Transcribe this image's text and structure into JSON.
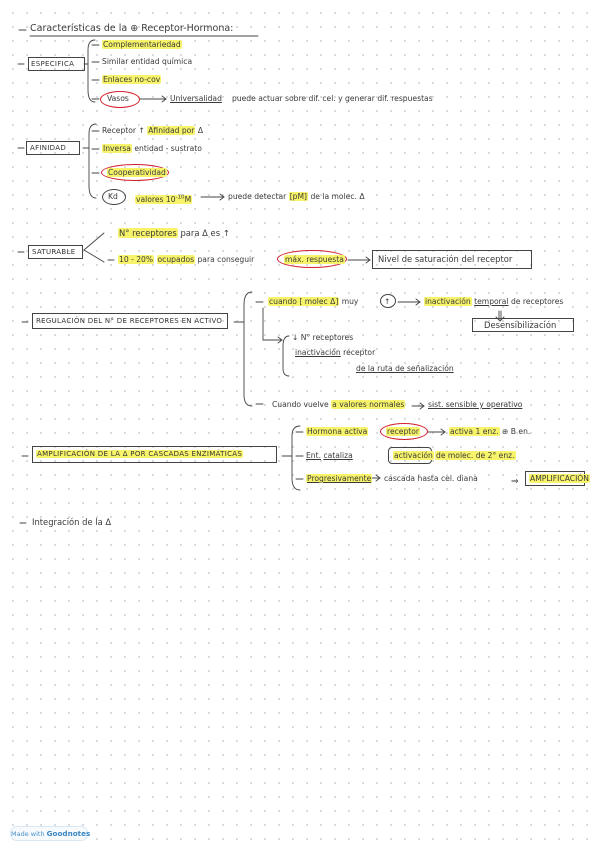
{
  "title": "Características de la ⊕ Receptor-Hormona:",
  "specificity": {
    "label": "ESPECIFICA",
    "items": [
      "Complementariedad",
      "Similar entidad química",
      "Enlaces no-cov",
      "Vasos",
      "Universalidad",
      "puede actuar sobre dif. cel. y generar dif. respuestas"
    ]
  },
  "affinity": {
    "label": "AFINIDAD",
    "items": [
      "Receptor",
      "Afinidad por",
      "Δ",
      "Inversa",
      "entidad - sustrato",
      "Cooperatividad",
      "Kd",
      "valores 10",
      "-10",
      "M",
      "puede detectar",
      "[pM]",
      "de la molec. Δ"
    ]
  },
  "saturable": {
    "label": "SATURABLE",
    "items": [
      "N° receptores",
      "para Δ es",
      "10 - 20%",
      "ocupados",
      "para conseguir",
      "máx. respuesta",
      "Nivel de saturación del receptor"
    ]
  },
  "regulation": {
    "label": "REGULACIÓN DEL N° DE RECEPTORES EN ACTIVO",
    "items": [
      "cuando [ molec Δ]",
      "muy",
      "inactivación",
      "temporal",
      "de receptores",
      "Desensibilización",
      "N° receptores",
      "inactivación",
      "receptor",
      "de la ruta de señalización",
      "Cuando vuelve",
      "a valores normales",
      "sist. sensible y operativo"
    ]
  },
  "amplification": {
    "label": "AMPLIFICACIÓN DE LA Δ POR CASCADAS ENZIMÁTICAS",
    "items": [
      "Hormona activa",
      "receptor",
      "activa 1 enz.",
      "⊕ B en.",
      "Ent.",
      "cataliza",
      "activación",
      "de molec. de 2° enz.",
      "Progresivamente",
      "cascada hasta cel. diana",
      "AMPLIFICACIÓN"
    ]
  },
  "integration": {
    "label": "Integración de la Δ"
  },
  "footer": {
    "prefix": "Made with",
    "brand": "Goodnotes"
  },
  "colors": {
    "highlight": "#f7f36a",
    "circle": "#d21f2c",
    "ink": "#333333",
    "grid_dot": "#d2d6dc"
  }
}
